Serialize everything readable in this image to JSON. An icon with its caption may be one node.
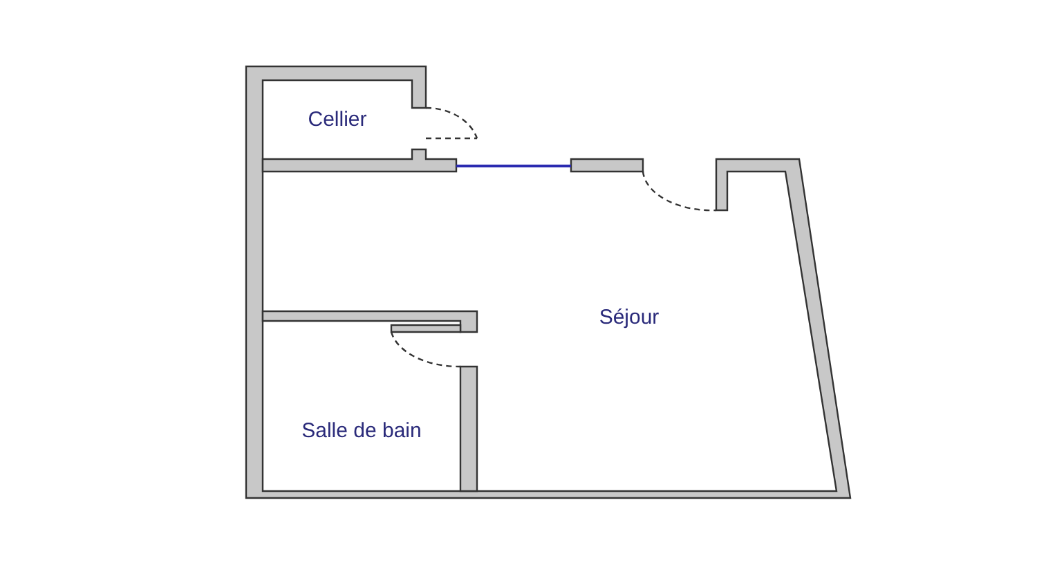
{
  "diagram": {
    "nodes": [
      {
        "text": [
          "Cellier"
        ]
      },
      {
        "text": [
          "Séjour"
        ]
      },
      {
        "text": [
          "Salle de bain"
        ]
      }
    ],
    "edges": []
  }
}
